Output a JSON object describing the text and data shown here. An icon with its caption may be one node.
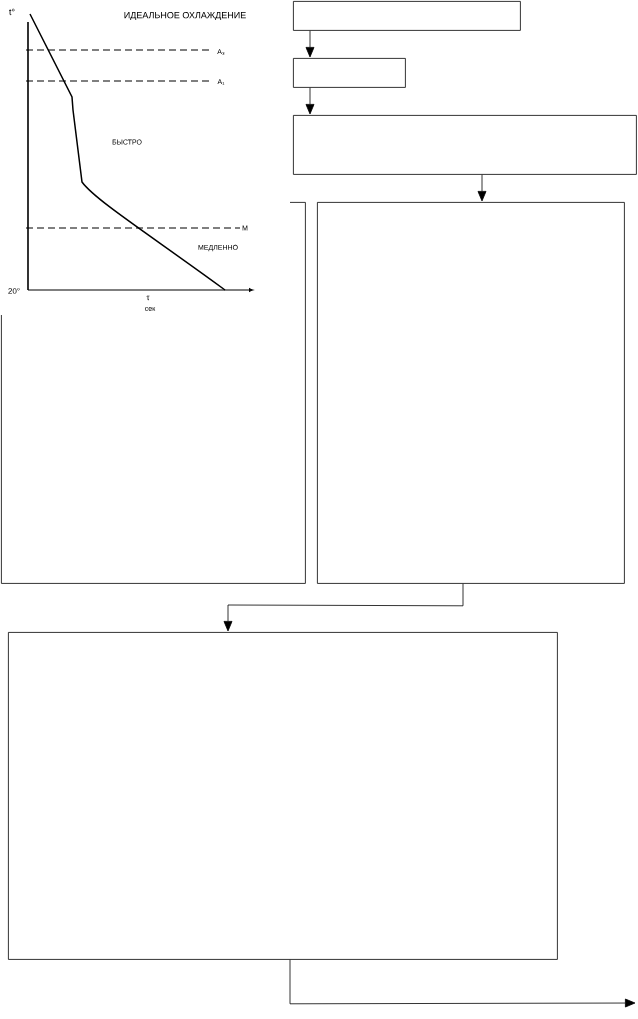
{
  "diagram": {
    "nodes": [
      {
        "text": [],
        "shape": "box"
      },
      {
        "text": [],
        "shape": "box"
      },
      {
        "text": [],
        "shape": "box"
      },
      {
        "text": [],
        "shape": "box"
      },
      {
        "text": [],
        "shape": "box"
      },
      {
        "text": [],
        "shape": "box"
      }
    ],
    "edges": [
      {
        "from": 0,
        "to": 1,
        "arrow": "to"
      },
      {
        "from": 1,
        "to": 2,
        "arrow": "to"
      },
      {
        "from": 2,
        "to": 4,
        "arrow": "to"
      },
      {
        "from": 4,
        "to": 5,
        "arrow": "to"
      },
      {
        "from": 5,
        "to": null,
        "arrow": "to"
      }
    ],
    "labels": [
      "t°",
      "ИДЕАЛЬНОЕ ОХЛАЖДЕНИЕ",
      "A₃",
      "A₁",
      "БЫСТРО",
      "M",
      "МЕДЛЕННО",
      "20°",
      "τ",
      "сек"
    ]
  }
}
